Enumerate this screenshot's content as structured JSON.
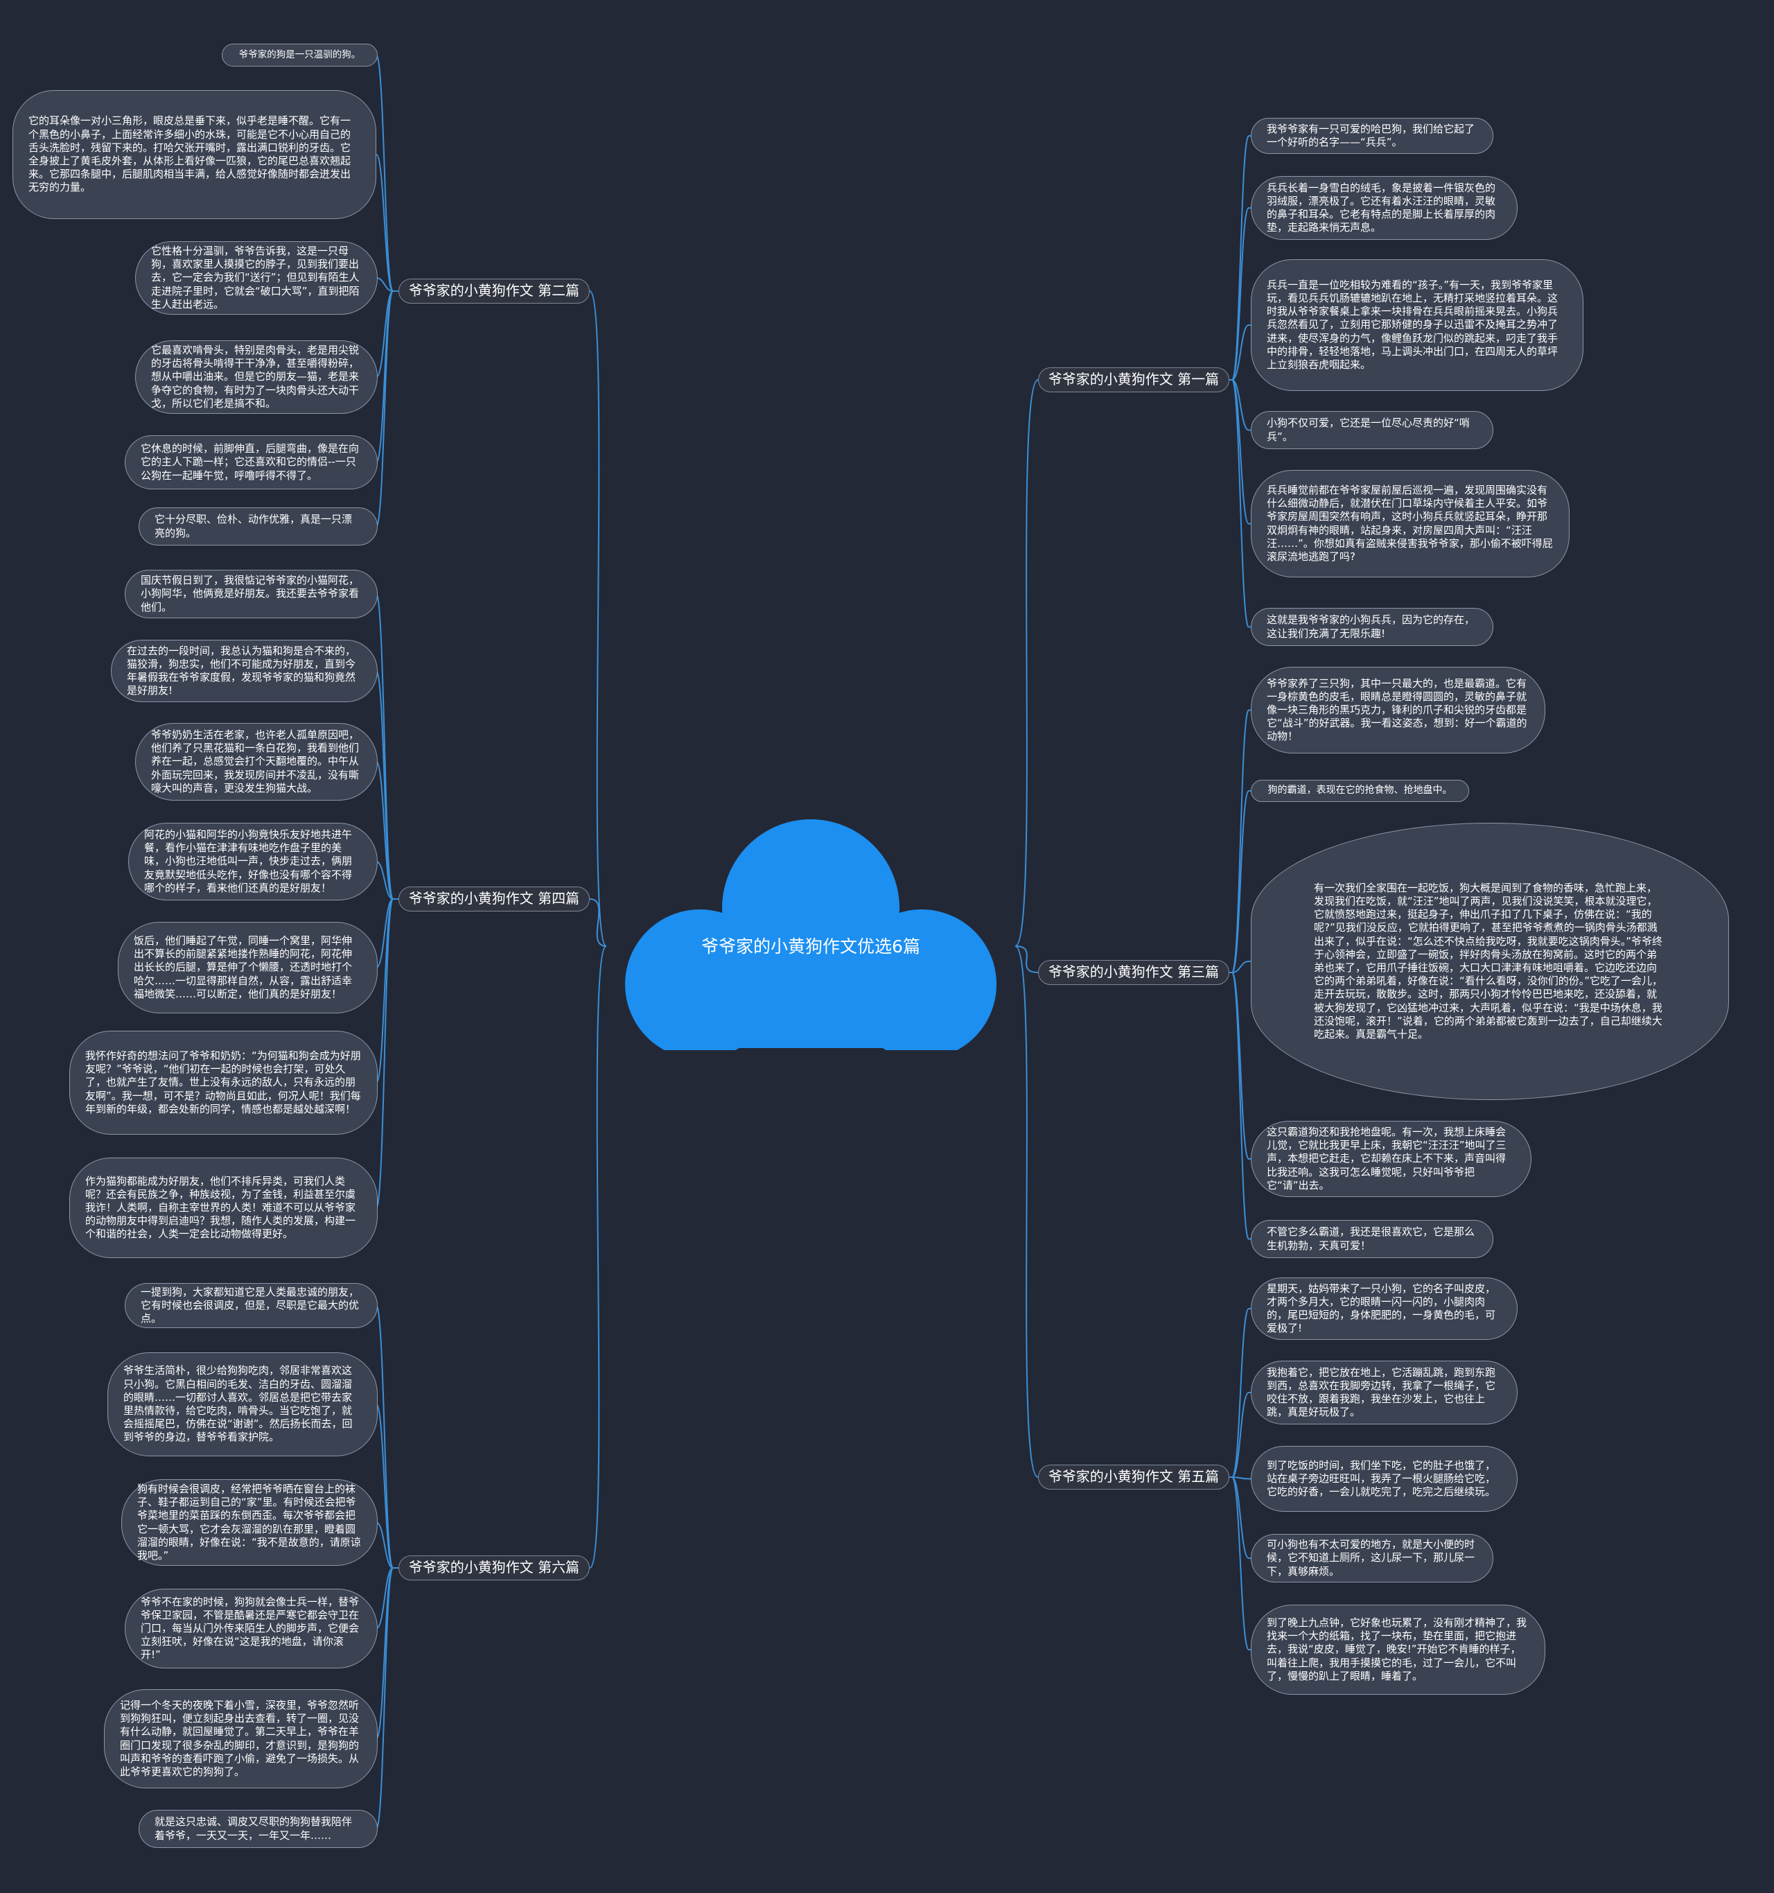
{
  "theme": {
    "background": "#232836",
    "link": "#3a8fd8",
    "cloud": "#1c8ff0"
  },
  "center": {
    "title": "爷爷家的小黄狗作文优选6篇"
  },
  "branches": [
    {
      "label": "爷爷家的小黄狗作文 第二篇",
      "items": [
        "爷爷家的狗是一只温驯的狗。",
        "它的耳朵像一对小三角形，眼皮总是垂下来，似乎老是睡不醒。它有一个黑色的小鼻子，上面经常许多细小的水珠，可能是它不小心用自己的舌头洗脸时，残留下来的。打哈欠张开嘴时，露出满口锐利的牙齿。它全身披上了黄毛皮外套，从体形上看好像一匹狼，它的尾巴总喜欢翘起来。它那四条腿中，后腿肌肉相当丰满，给人感觉好像随时都会迸发出无穷的力量。",
        "它性格十分温驯，爷爷告诉我，这是一只母狗，喜欢家里人摸摸它的脖子，见到我们要出去，它一定会为我们“送行”；但见到有陌生人走进院子里时，它就会“破口大骂”，直到把陌生人赶出老远。",
        "它最喜欢啃骨头，特别是肉骨头，老是用尖锐的牙齿将骨头啃得干干净净，甚至嚼得粉碎，想从中嚼出油来。但是它的朋友—猫，老是来争夺它的食物，有时为了一块肉骨头还大动干戈，所以它们老是搞不和。",
        "它休息的时候，前脚伸直，后腿弯曲，像是在向它的主人下跪一样；它还喜欢和它的情侣--一只公狗在一起睡午觉，呼噜呼得不得了。",
        "它十分尽职、俭朴、动作优雅，真是一只漂亮的狗。"
      ]
    },
    {
      "label": "爷爷家的小黄狗作文 第四篇",
      "items": [
        "国庆节假日到了，我很惦记爷爷家的小猫阿花，小狗阿华，他俩竟是好朋友。我还要去爷爷家看他们。",
        "在过去的一段时间，我总认为猫和狗是合不来的，猫狡滑，狗忠实，他们不可能成为好朋友，直到今年暑假我在爷爷家度假，发现爷爷家的猫和狗竟然是好朋友!",
        "爷爷奶奶生活在老家，也许老人孤单原因吧，他们养了只黑花猫和一条白花狗，我看到他们养在一起，总感觉会打个天翻地覆的。中午从外面玩完回来，我发现房间并不凌乱，没有嘶嚎大叫的声音，更没发生狗猫大战。",
        "阿花的小猫和阿华的小狗竟快乐友好地共进午餐，看作小猫在津津有味地吃作盘子里的美味，小狗也汪地低叫一声，快步走过去，俩朋友竟默契地低头吃作，好像也没有哪个容不得哪个的样子，看来他们还真的是好朋友！",
        "饭后，他们睡起了午觉，同睡一个窝里，阿华伸出不算长的前腿紧紧地搂作熟睡的阿花，阿花伸出长长的后腿，算是伸了个懒腰，还透时地打个哈欠……一切显得那样自然，从容，露出舒适幸福地微笑……可以断定，他们真的是好朋友！",
        "我怀作好奇的想法问了爷爷和奶奶：“为何猫和狗会成为好朋友呢？”爷爷说，“他们初在一起的时候也会打架，可处久了，也就产生了友情。世上没有永远的敌人，只有永远的朋友啊”。我一想，可不是？动物尚且如此，何况人呢！我们每年到新的年级，都会处新的同学，情感也都是越处越深啊！",
        "作为猫狗都能成为好朋友，他们不排斥异类，可我们人类呢？还会有民族之争，种族歧视，为了金钱，利益甚至尔虞我诈！人类啊，自称主宰世界的人类！难道不可以从爷爷家的动物朋友中得到启迪吗？我想，随作人类的发展，构建一个和谐的社会，人类一定会比动物做得更好。"
      ]
    },
    {
      "label": "爷爷家的小黄狗作文 第六篇",
      "items": [
        "一提到狗，大家都知道它是人类最忠诚的朋友，它有时候也会很调皮，但是，尽职是它最大的优点。",
        "爷爷生活简朴，很少给狗狗吃肉，邻居非常喜欢这只小狗。它黑白相间的毛发、洁白的牙齿、圆溜溜的眼睛……一切都讨人喜欢。邻居总是把它带去家里热情款待，给它吃肉，啃骨头。当它吃饱了，就会摇摇尾巴，仿佛在说“谢谢”。然后扬长而去，回到爷爷的身边，替爷爷看家护院。",
        "狗有时候会很调皮，经常把爷爷晒在窗台上的袜子、鞋子都运到自己的“家”里。有时候还会把爷爷菜地里的菜苗踩的东倒西歪。每次爷爷都会把它一顿大骂，它才会灰溜溜的趴在那里，瞪着圆溜溜的眼睛，好像在说：“我不是故意的，请原谅我吧。”",
        "爷爷不在家的时候，狗狗就会像士兵一样，替爷爷保卫家园，不管是酷暑还是严寒它都会守卫在门口，每当从门外传来陌生人的脚步声，它便会立刻狂吠，好像在说“这是我的地盘，请你滚开!”",
        "记得一个冬天的夜晚下着小雪，深夜里，爷爷忽然听到狗狗狂叫，便立刻起身出去查看，转了一圈，见没有什么动静，就回屋睡觉了。第二天早上，爷爷在羊圈门口发现了很多杂乱的脚印，才意识到，是狗狗的叫声和爷爷的查看吓跑了小偷，避免了一场损失。从此爷爷更喜欢它的狗狗了。",
        "就是这只忠诚、调皮又尽职的狗狗替我陪伴着爷爷，一天又一天，一年又一年……"
      ]
    },
    {
      "label": "爷爷家的小黄狗作文 第一篇",
      "items": [
        "我爷爷家有一只可爱的哈巴狗，我们给它起了一个好听的名字——“兵兵”。",
        "兵兵长着一身雪白的绒毛，象是披着一件银灰色的羽绒服，漂亮极了。它还有着水汪汪的眼睛，灵敏的鼻子和耳朵。它老有特点的是脚上长着厚厚的肉垫，走起路来悄无声息。",
        "兵兵一直是一位吃相较为难看的“孩子。”有一天，我到爷爷家里玩，看见兵兵饥肠辘辘地趴在地上，无精打采地竖拉着耳朵。这时我从爷爷家餐桌上拿来一块排骨在兵兵眼前摇来晃去。小狗兵兵忽然看见了，立刻用它那矫健的身子以迅雷不及掩耳之势冲了进来，使尽浑身的力气，像鲤鱼跃龙门似的跳起来，叼走了我手中的排骨，轻轻地落地，马上调头冲出门口，在四周无人的草坪上立刻狼吞虎咽起来。",
        "小狗不仅可爱，它还是一位尽心尽责的好“哨兵”。",
        "兵兵睡觉前都在爷爷家屋前屋后巡视一遍，发现周围确实没有什么细微动静后，就潜伏在门口草垛内守候着主人平安。如爷爷家房屋周围突然有响声，这时小狗兵兵就竖起耳朵，睁开那双炯炯有神的眼睛，站起身来，对房屋四周大声叫：“汪汪汪……”。你想如真有盗贼来侵害我爷爷家，那小偷不被吓得屁滚尿流地逃跑了吗?",
        "这就是我爷爷家的小狗兵兵，因为它的存在，这让我们充满了无限乐趣!"
      ]
    },
    {
      "label": "爷爷家的小黄狗作文 第三篇",
      "items": [
        "爷爷家养了三只狗，其中一只最大的，也是最霸道。它有一身棕黄色的皮毛，眼睛总是瞪得圆圆的，灵敏的鼻子就像一块三角形的黑巧克力，锋利的爪子和尖锐的牙齿都是它“战斗”的好武器。我一看这姿态，想到：好一个霸道的动物！",
        "狗的霸道，表现在它的抢食物、抢地盘中。",
        "有一次我们全家围在一起吃饭，狗大概是闻到了食物的香味，急忙跑上来，发现我们在吃饭，就“汪汪”地叫了两声，见我们没说笑笑，根本就没理它，它就愤怒地跑过来，挺起身子，伸出爪子扣了几下桌子，仿佛在说：“我的呢?”见我们没反应，它就拍得更响了，甚至把爷爷煮煮的一锅肉骨头汤都溅出来了，似乎在说：“怎么还不快点给我吃呀，我就要吃这锅肉骨头。”爷爷终于心领神会，立即盛了一碗饭，拌好肉骨头汤放在狗窝前。这时它的两个弟弟也来了，它用爪子捶往饭碗，大口大口津津有味地咀嚼着。它边吃还边向它的两个弟弟吼着，好像在说：“看什么看呀，没你们的份。”它吃了一会儿，走开去玩玩，散散步。这时，那两只小狗才怜怜巴巴地来吃，还没舔着，就被大狗发现了，它凶猛地冲过来，大声吼着，似乎在说：“我是中场休息，我还没饱呢，滚开！”说着，它的两个弟弟都被它轰到一边去了，自己却继续大吃起来。真是霸气十足。",
        "这只霸道狗还和我抢地盘呢。有一次，我想上床睡会儿觉，它就比我更早上床，我朝它“汪汪汪”地叫了三声，本想把它赶走，它却赖在床上不下来，声音叫得比我还响。这我可怎么睡觉呢，只好叫爷爷把它“请”出去。",
        "不管它多么霸道，我还是很喜欢它，它是那么生机勃勃，天真可爱！"
      ]
    },
    {
      "label": "爷爷家的小黄狗作文 第五篇",
      "items": [
        "星期天，姑妈带来了一只小狗，它的名子叫皮皮，才两个多月大，它的眼睛一闪一闪的，小腿肉肉的，尾巴短短的，身体肥肥的，一身黄色的毛，可爱极了!",
        "我抱着它，把它放在地上，它活蹦乱跳，跑到东跑到西，总喜欢在我脚旁边转，我拿了一根绳子，它咬住不放，跟着我跑，我坐在沙发上，它也往上跳，真是好玩极了。",
        "到了吃饭的时间，我们坐下吃，它的肚子也饿了，站在桌子旁边旺旺叫，我弄了一根火腿肠给它吃，它吃的好香，一会儿就吃完了，吃完之后继续玩。",
        "可小狗也有不太可爱的地方，就是大小便的时候，它不知道上厕所，这儿尿一下，那儿尿一下，真够麻烦。",
        "到了晚上九点钟，它好象也玩累了，没有刚才精神了，我找来一个大的纸箱，找了一块布，垫在里面，把它抱进去，我说“皮皮，睡觉了，晚安!”开始它不肯睡的样子，叫着往上爬，我用手摸摸它的毛，过了一会儿，它不叫了，慢慢的趴上了眼睛，睡着了。"
      ]
    }
  ]
}
